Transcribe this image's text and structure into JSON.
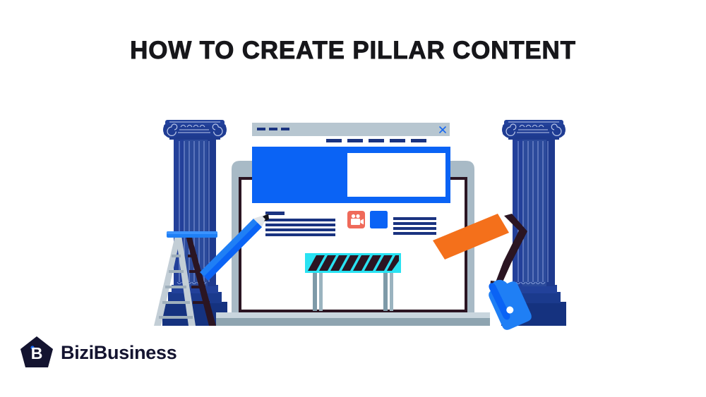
{
  "page": {
    "background_color": "#ffffff",
    "title": "HOW TO CREATE PILLAR CONTENT",
    "title_color": "#16161a"
  },
  "brand": {
    "name": "BiziBusiness",
    "logo_letter": "B",
    "logo_mark_color": "#141430",
    "logo_letter_color": "#ffffff",
    "logo_accent_color": "#1768f0",
    "wordmark_color": "#141430"
  },
  "palette": {
    "primary_blue": "#0a63f5",
    "deep_navy": "#1e3a8c",
    "dark_navy": "#16307e",
    "pillar_base": "#15327f",
    "pillar_body": "#2b4a9b",
    "screen_bezel": "#a8bac6",
    "screen_frame": "#2b1522",
    "screen_base": "#8ea4b0",
    "cyan": "#29e2f2",
    "orange": "#f4701b",
    "coral": "#ef6a5a",
    "ladder_light": "#c3ced6",
    "ladder_dark": "#2b1522",
    "titlebar_gray": "#b7c6d0",
    "text_line": "#1a3380",
    "white": "#ffffff"
  },
  "illustration": {
    "name": "pillar-content-illustration",
    "browser_window": {
      "titlebar_dashes": 3,
      "close_icon": "close-icon",
      "menu_dashes": 5,
      "hero_banner_color": "#0a63f5",
      "hero_inner_panel_color": "#ffffff"
    },
    "content_blocks": {
      "left_heading_lines": 1,
      "left_body_lines": 4,
      "right_body_lines": 4,
      "video_icon": "video-camera-icon",
      "video_icon_bg": "#ef6a5a",
      "blue_tile_color": "#0a63f5"
    },
    "barricade": {
      "name": "construction-barricade",
      "bar_color": "#29e2f2",
      "stripe_color": "#2b1522",
      "stripe_count": 8,
      "leg_color": "#7e9aa8"
    },
    "objects": [
      {
        "name": "left-pillar",
        "type": "ionic-column"
      },
      {
        "name": "right-pillar",
        "type": "ionic-column"
      },
      {
        "name": "step-ladder",
        "type": "ladder"
      },
      {
        "name": "pencil",
        "type": "pencil"
      },
      {
        "name": "paint-roller",
        "type": "paint-roller"
      },
      {
        "name": "laptop-screen",
        "type": "monitor"
      }
    ]
  }
}
